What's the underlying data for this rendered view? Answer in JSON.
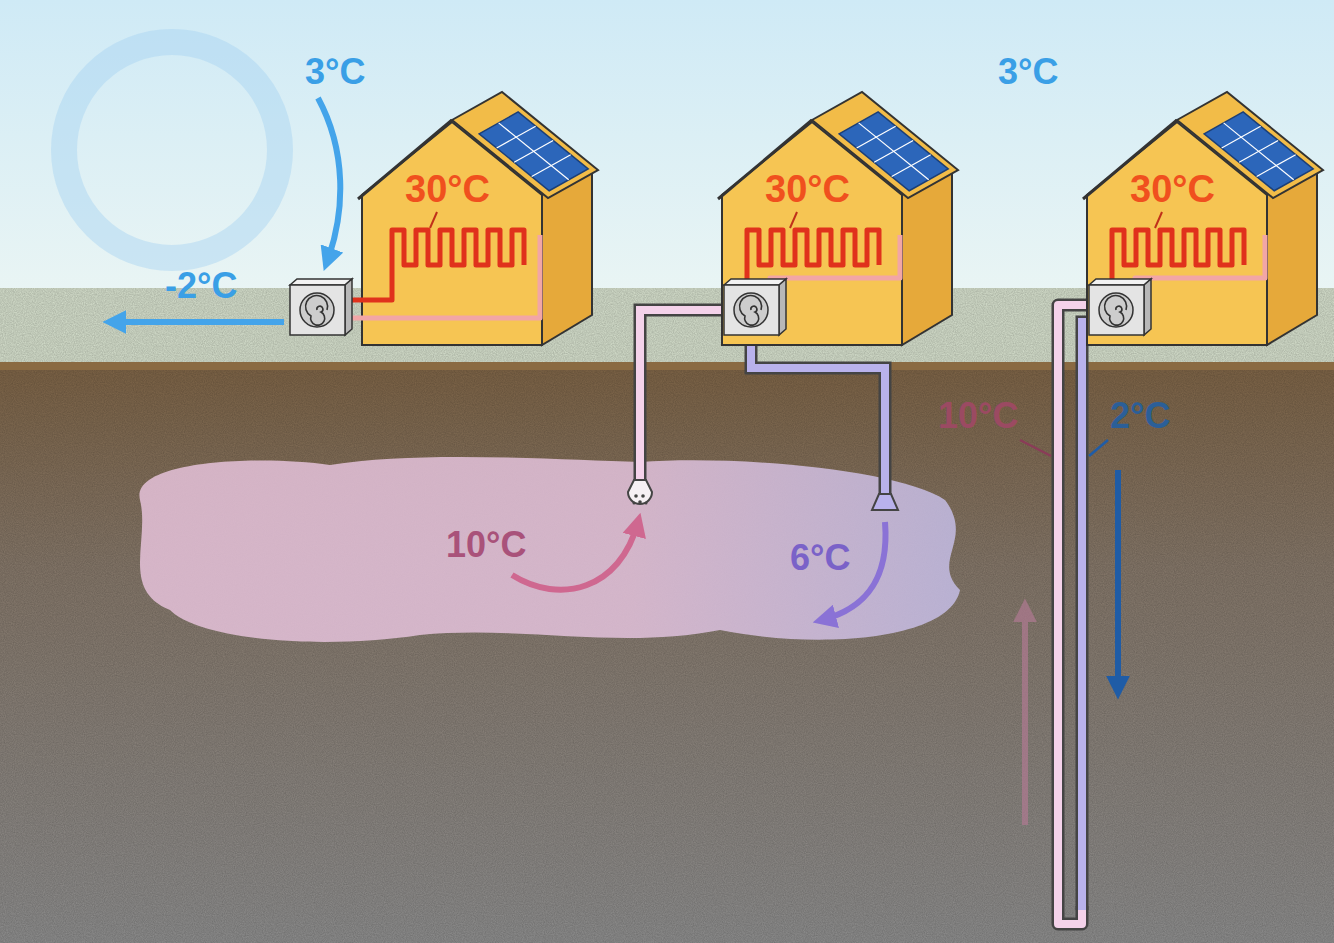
{
  "diagram": {
    "nodes": [
      {
        "text": [
          "30°C"
        ]
      },
      {
        "text": [
          "30°C"
        ]
      },
      {
        "text": [
          "30°C"
        ]
      }
    ],
    "labels": [
      "3°C",
      "-2°C",
      "10°C",
      "6°C",
      "3°C",
      "10°C",
      "2°C"
    ]
  }
}
